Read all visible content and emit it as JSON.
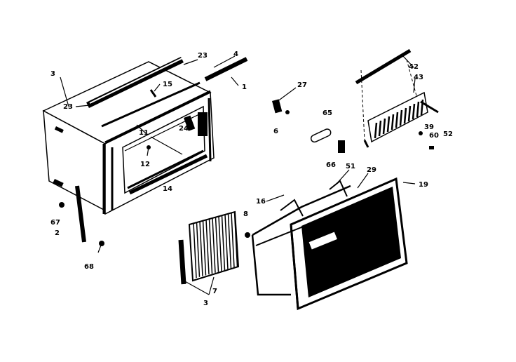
{
  "labels": {
    "l3a": "3",
    "l23a": "23",
    "l23b": "23",
    "l15": "15",
    "l4": "4",
    "l1": "1",
    "l11": "11",
    "l24": "24",
    "l12": "12",
    "l14": "14",
    "l67": "67",
    "l2": "2",
    "l68": "68",
    "l27": "27",
    "l6": "6",
    "l65": "65",
    "l66": "66",
    "l42": "42",
    "l43": "43",
    "l39": "39",
    "l60": "60",
    "l52": "52",
    "l16": "16",
    "l51": "51",
    "l29": "29",
    "l19": "19",
    "l8": "8",
    "l7": "7",
    "l3b": "3"
  }
}
